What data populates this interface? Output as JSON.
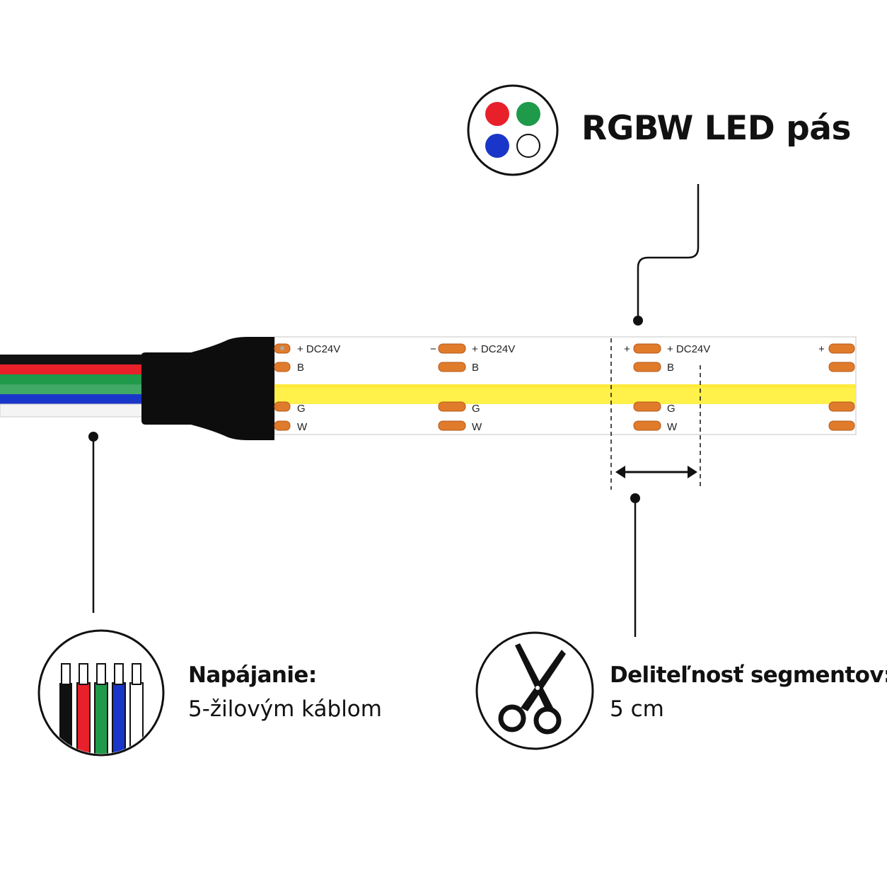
{
  "product_title": "RGBW LED pás",
  "power": {
    "title": "Napájanie:",
    "subtitle": "5-žilovým káblom"
  },
  "segment": {
    "title": "Deliteľnosť segmentov:",
    "subtitle": "5 cm"
  },
  "strip_labels": {
    "voltage": "+ DC24V",
    "plus": "+",
    "minus": "−",
    "b": "B",
    "g": "G",
    "w": "W"
  },
  "colors": {
    "red": "#e8202a",
    "green": "#1e9a4a",
    "blue": "#1a36c8",
    "white": "#ffffff",
    "black": "#111111",
    "led_yellow": "#fff04a",
    "pad_copper": "#e07b2c"
  },
  "wire_colors": [
    "black",
    "red",
    "green",
    "blue",
    "white"
  ],
  "icons": [
    "rgbw-dots-icon",
    "five-wire-cable-icon",
    "scissors-icon"
  ]
}
